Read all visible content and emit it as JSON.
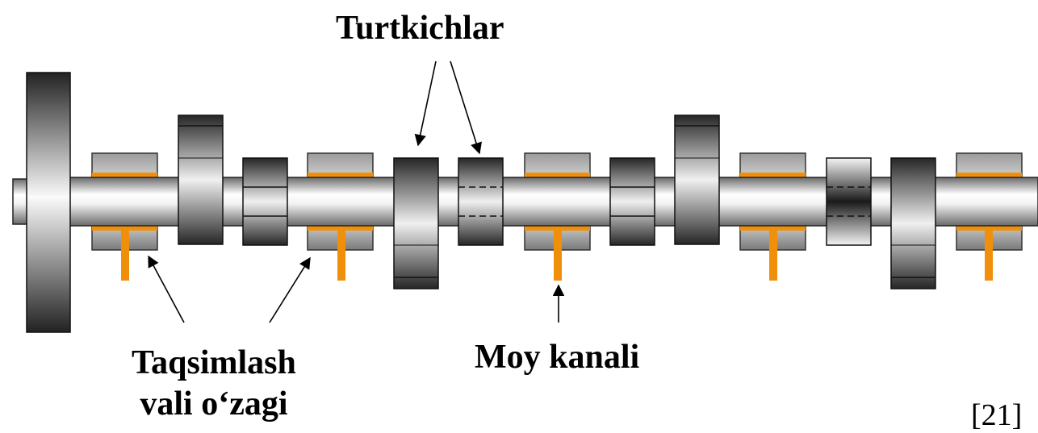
{
  "labels": {
    "cams": "Turtkichlar",
    "shaft_line1": "Taqsimlash",
    "shaft_line2": "vali o‘zagi",
    "oil_channel": "Moy kanali",
    "reference": "[21]"
  },
  "colors": {
    "oil": "#f0900a",
    "dark": "#222222",
    "light": "#f0f0f0",
    "background": "#ffffff"
  }
}
